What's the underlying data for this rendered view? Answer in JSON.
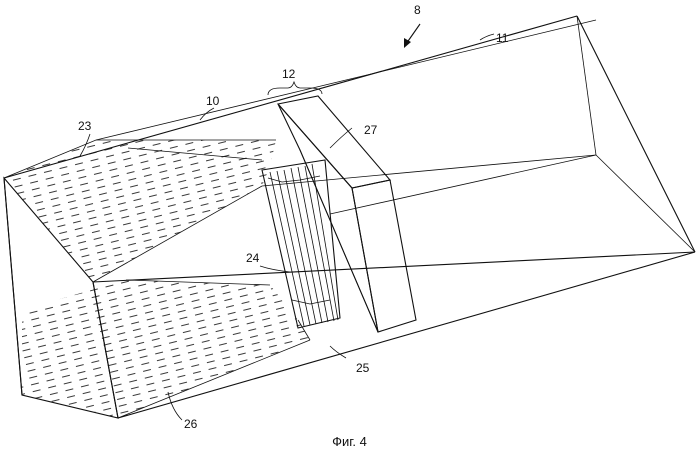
{
  "figure": {
    "caption": "Фиг. 4",
    "labels": {
      "r8": "8",
      "r10": "10",
      "r11": "11",
      "r12": "12",
      "r23": "23",
      "r24": "24",
      "r25": "25",
      "r26": "26",
      "r27": "27"
    },
    "line_color": "#111111",
    "background_color": "#ffffff"
  }
}
